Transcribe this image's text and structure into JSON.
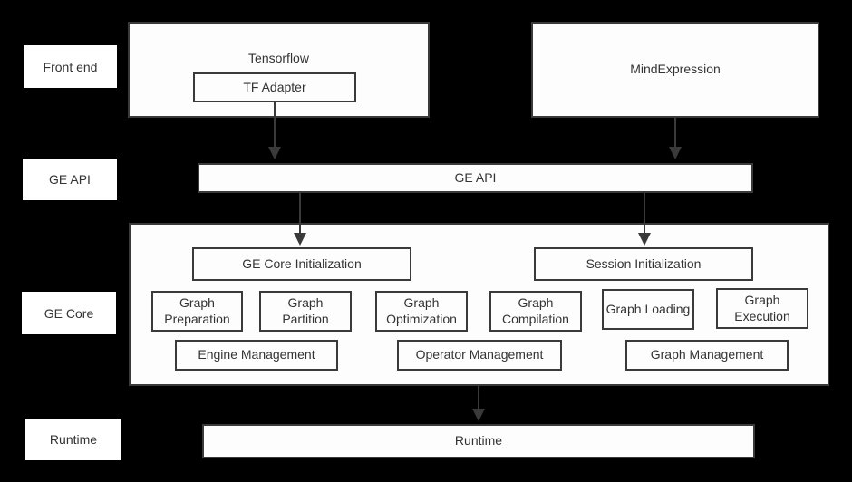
{
  "colors": {
    "background": "#000000",
    "box_fill": "#fdfdfd",
    "box_border": "#3a3a3a",
    "text": "#333333",
    "arrow": "#3a3a3a"
  },
  "layer_labels": {
    "front_end": "Front end",
    "ge_api": "GE API",
    "ge_core": "GE Core",
    "runtime": "Runtime"
  },
  "front_end": {
    "tensorflow": {
      "title": "Tensorflow",
      "adapter": "TF Adapter"
    },
    "mind_expression": {
      "title": "MindExpression"
    }
  },
  "ge_api_bar": {
    "label": "GE API"
  },
  "ge_core": {
    "init_left": "GE Core Initialization",
    "init_right": "Session Initialization",
    "modules": [
      "Graph Preparation",
      "Graph Partition",
      "Graph Optimization",
      "Graph Compilation",
      "Graph Loading",
      "Graph Execution"
    ],
    "managers": [
      "Engine Management",
      "Operator Management",
      "Graph Management"
    ]
  },
  "runtime_bar": {
    "label": "Runtime"
  },
  "connections": [
    {
      "from": "TF Adapter",
      "to": "GE API"
    },
    {
      "from": "MindExpression",
      "to": "GE API"
    },
    {
      "from": "GE API",
      "to": "GE Core Initialization"
    },
    {
      "from": "GE API",
      "to": "Session Initialization"
    },
    {
      "from": "GE Core",
      "to": "Runtime"
    }
  ]
}
